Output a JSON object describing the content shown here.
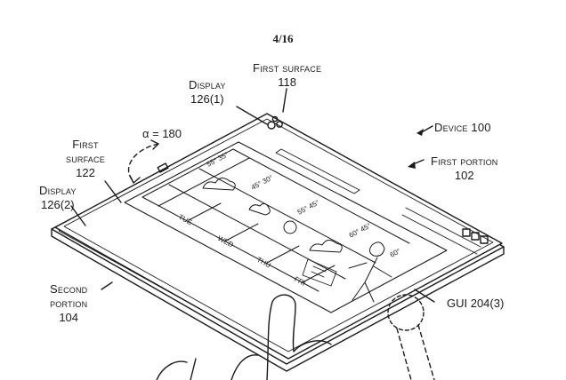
{
  "sheet_number": "4/16",
  "labels": {
    "first_surface_118": {
      "name": "First surface",
      "ref": "118"
    },
    "display_126_1": {
      "name": "Display",
      "ref": "126(1)"
    },
    "device_100": {
      "name": "Device 100"
    },
    "angle": {
      "text": "α = 180"
    },
    "first_surface_122": {
      "line1": "First",
      "line2": "surface",
      "ref": "122"
    },
    "first_portion_102": {
      "name": "First portion",
      "ref": "102"
    },
    "display_126_2": {
      "name": "Display",
      "ref": "126(2)"
    },
    "second_portion_104": {
      "line1": "Second",
      "line2": "portion",
      "ref": "104"
    },
    "gui_204_3": {
      "text": "GUI 204(3)"
    }
  },
  "weather_days": [
    "TUE",
    "WED",
    "THU",
    "FRI"
  ],
  "weather_temps": [
    "55° 35°",
    "45° 30°",
    "55° 45°",
    "60° 45°",
    "60°"
  ]
}
